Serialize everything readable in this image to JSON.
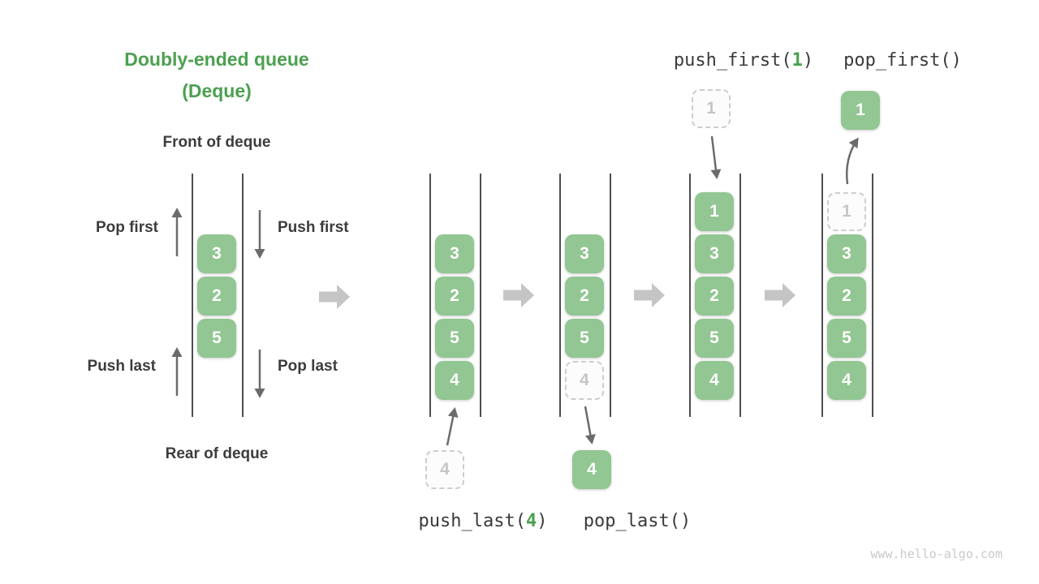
{
  "header": {
    "title_line1": "Doubly-ended queue",
    "title_line2": "(Deque)"
  },
  "left_diagram": {
    "front_label": "Front of deque",
    "rear_label": "Rear of deque",
    "pop_first_label": "Pop first",
    "push_first_label": "Push first",
    "push_last_label": "Push last",
    "pop_last_label": "Pop last",
    "cells": [
      "3",
      "2",
      "5"
    ]
  },
  "states": [
    {
      "op_pre": "push_last(",
      "op_arg": "4",
      "op_post": ")",
      "cells": [
        "3",
        "2",
        "5",
        "4"
      ],
      "detached_value": "4",
      "detached_style": "ghost"
    },
    {
      "op": "pop_last()",
      "cells": [
        "3",
        "2",
        "5"
      ],
      "ghost_value": "4",
      "detached_value": "4",
      "detached_style": "green"
    },
    {
      "op_pre": "push_first(",
      "op_arg": "1",
      "op_post": ")",
      "cells": [
        "1",
        "3",
        "2",
        "5",
        "4"
      ],
      "detached_value": "1",
      "detached_style": "ghost"
    },
    {
      "op": "pop_first()",
      "cells": [
        "3",
        "2",
        "5",
        "4"
      ],
      "ghost_value": "1",
      "detached_value": "1",
      "detached_style": "green"
    }
  ],
  "icons": {
    "transition_arrow": "block-right-arrow",
    "pop_first_arrow": "thin-up-arrow",
    "push_first_arrow": "thin-down-arrow",
    "push_last_arrow": "thin-up-arrow",
    "pop_last_arrow": "thin-down-arrow"
  },
  "colors": {
    "title_green": "#4CA050",
    "cell_green": "#92C692",
    "cell_text": "#FFFFFF",
    "ghost_border": "#CDCDCD",
    "ghost_text": "#C6C6C6",
    "wall_gray": "#4E4E4E",
    "thin_arrow_gray": "#6B6B6B",
    "block_arrow_gray": "#C5C5C5",
    "label_dark": "#3C3C3C",
    "watermark_gray": "#C9C9C9"
  },
  "watermark": "www.hello-algo.com"
}
